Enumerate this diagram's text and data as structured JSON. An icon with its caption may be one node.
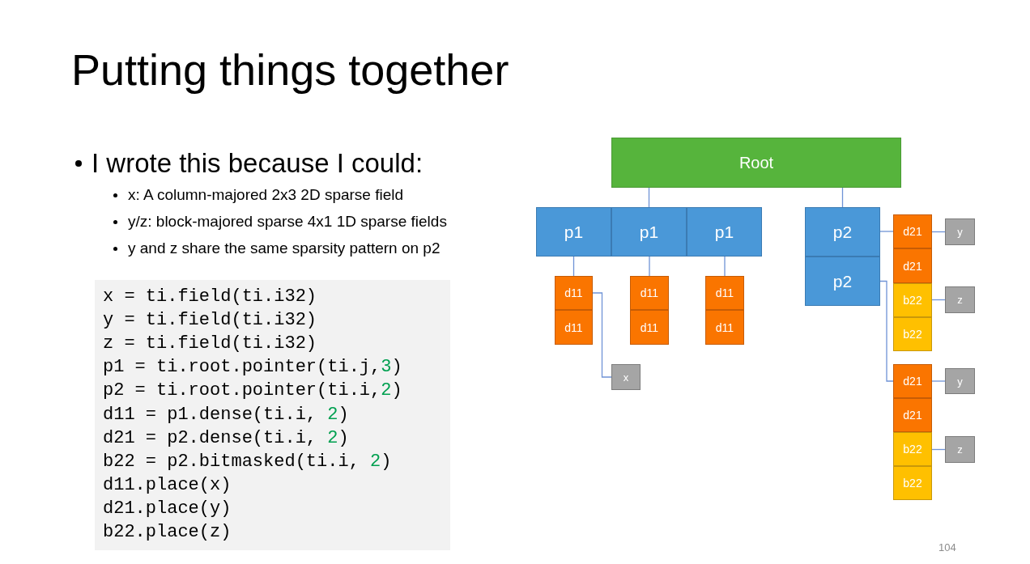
{
  "diagram": {
    "title": "Putting things together",
    "nodes": [
      {
        "text": [
          "Root"
        ]
      },
      {
        "text": [
          "p1"
        ]
      },
      {
        "text": [
          "p1"
        ]
      },
      {
        "text": [
          "p1"
        ]
      },
      {
        "text": [
          "p2"
        ]
      },
      {
        "text": [
          "p2"
        ]
      },
      {
        "text": [
          "d21"
        ]
      },
      {
        "text": [
          "d21"
        ]
      },
      {
        "text": [
          "b22"
        ]
      },
      {
        "text": [
          "b22"
        ]
      },
      {
        "text": [
          "y"
        ]
      },
      {
        "text": [
          "z"
        ]
      },
      {
        "text": [
          "d11"
        ]
      },
      {
        "text": [
          "d11"
        ]
      },
      {
        "text": [
          "d11"
        ]
      },
      {
        "text": [
          "d11"
        ]
      },
      {
        "text": [
          "d11"
        ]
      },
      {
        "text": [
          "d11"
        ]
      },
      {
        "text": [
          "x"
        ]
      },
      {
        "text": [
          "d21"
        ]
      },
      {
        "text": [
          "d21"
        ]
      },
      {
        "text": [
          "b22"
        ]
      },
      {
        "text": [
          "b22"
        ]
      },
      {
        "text": [
          "y"
        ]
      },
      {
        "text": [
          "z"
        ]
      }
    ],
    "edges": [
      {
        "from": 0,
        "to": 2,
        "arrow": "none"
      },
      {
        "from": 0,
        "to": 4,
        "arrow": "none"
      },
      {
        "from": 1,
        "to": 12,
        "arrow": "none"
      },
      {
        "from": 2,
        "to": 14,
        "arrow": "none"
      },
      {
        "from": 3,
        "to": 16,
        "arrow": "none"
      },
      {
        "from": 12,
        "to": 18,
        "arrow": "none"
      },
      {
        "from": 4,
        "to": 6,
        "arrow": "none"
      },
      {
        "from": 6,
        "to": 10,
        "arrow": "none"
      },
      {
        "from": 8,
        "to": 11,
        "arrow": "none"
      },
      {
        "from": 5,
        "to": 19,
        "arrow": "none"
      },
      {
        "from": 19,
        "to": 23,
        "arrow": "none"
      },
      {
        "from": 21,
        "to": 24,
        "arrow": "none"
      }
    ],
    "labels": [
      "I wrote this because I could:",
      "x: A column-majored 2x3 2D sparse field",
      "y/z: block-majored sparse 4x1 1D sparse fields",
      "y and z share the same sparsity pattern on p2",
      "x = ti.field(ti.i32)",
      "y = ti.field(ti.i32)",
      "z = ti.field(ti.i32)",
      "p1 = ti.root.pointer(ti.j,3)",
      "p2 = ti.root.pointer(ti.i,2)",
      "d11 = p1.dense(ti.i, 2)",
      "d21 = p2.dense(ti.i, 2)",
      "b22 = p2.bitmasked(ti.i, 2)",
      "d11.place(x)",
      "d21.place(y)",
      "b22.place(z)",
      "104"
    ]
  }
}
